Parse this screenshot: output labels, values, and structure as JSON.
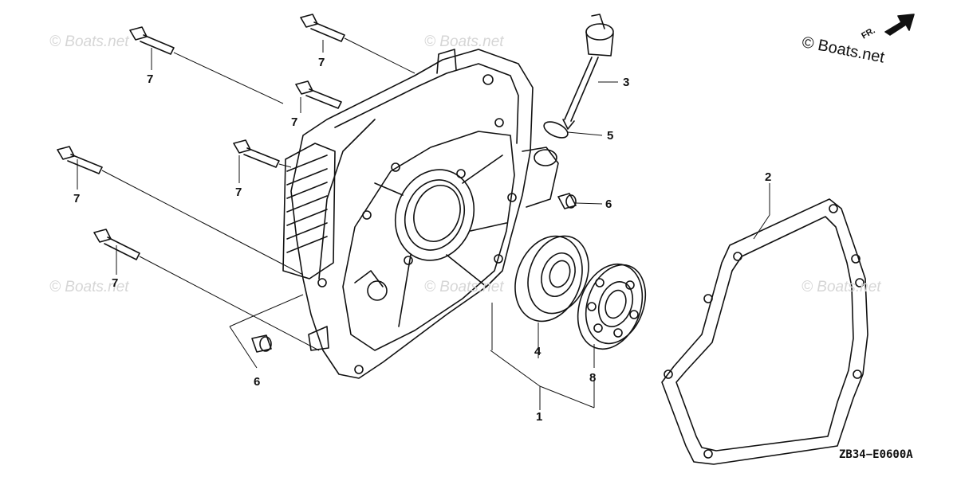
{
  "watermark_main": "© Boats.net",
  "watermark_faint": "© Boats.net",
  "direction_label": "FR.",
  "diagram_code": "ZB34−E0600A",
  "callouts": {
    "c1": "1",
    "c2": "2",
    "c3": "3",
    "c4": "4",
    "c5": "5",
    "c6a": "6",
    "c6b": "6",
    "c7a": "7",
    "c7b": "7",
    "c7c": "7",
    "c7d": "7",
    "c7e": "7",
    "c7f": "7",
    "c8": "8"
  },
  "colors": {
    "line": "#111111",
    "watermark": "#d6d6d6",
    "background": "#ffffff"
  }
}
